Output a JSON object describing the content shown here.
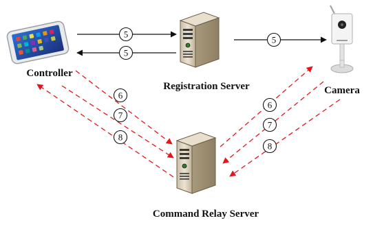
{
  "nodes": {
    "controller": {
      "label": "Controller"
    },
    "registration_server": {
      "label": "Registration Server"
    },
    "camera": {
      "label": "Camera"
    },
    "command_relay_server": {
      "label": "Command Relay Server"
    }
  },
  "steps": {
    "s5_ctrl_to_reg": "5",
    "s5_reg_to_ctrl": "5",
    "s5_reg_to_cam": "5",
    "s6_ctrl_to_relay": "6",
    "s7_ctrl_relay": "7",
    "s8_relay_to_ctrl": "8",
    "s6_relay_to_cam": "6",
    "s7_cam_relay": "7",
    "s8_cam_to_relay": "8"
  },
  "colors": {
    "solid_arrow": "#111111",
    "dashed_arrow": "#e3161b",
    "server_body": "#d9cdb8"
  }
}
